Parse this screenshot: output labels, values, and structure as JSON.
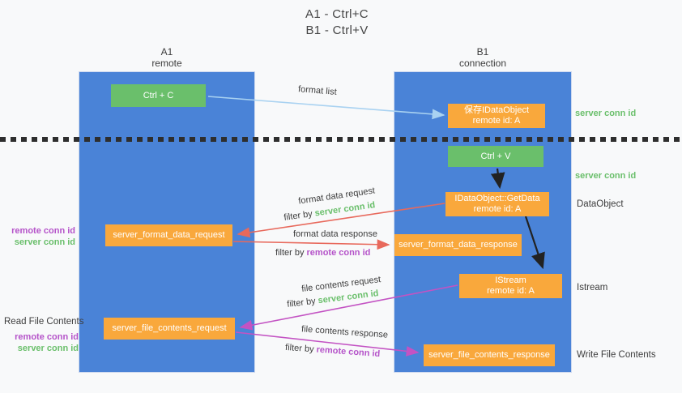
{
  "title": {
    "line1": "A1 - Ctrl+C",
    "line2": "B1 - Ctrl+V"
  },
  "lifelines": {
    "left": {
      "name": "A1",
      "role": "remote"
    },
    "right": {
      "name": "B1",
      "role": "connection"
    }
  },
  "nodes": {
    "ctrl_c": {
      "label": "Ctrl + C"
    },
    "save_dataobject": {
      "line1": "保存IDataObject",
      "line2": "remote id: A"
    },
    "ctrl_v": {
      "label": "Ctrl + V"
    },
    "getdata": {
      "line1": "IDataObject::GetData",
      "line2": "remote id: A"
    },
    "format_request": {
      "label": "server_format_data_request"
    },
    "format_response": {
      "label": "server_format_data_response"
    },
    "istream": {
      "line1": "IStream",
      "line2": "remote id: A"
    },
    "file_request": {
      "label": "server_file_contents_request"
    },
    "file_response": {
      "label": "server_file_contents_response"
    }
  },
  "arrow_labels": {
    "format_list": "format list",
    "format_data_request": "format data request",
    "format_data_response": "format data response",
    "file_contents_request": "file contents request",
    "file_contents_response": "file contents response",
    "filter_by": "filter by ",
    "server_conn_id": "server conn id",
    "remote_conn_id": "remote conn id"
  },
  "side_labels": {
    "server_conn_id_top": "server conn id",
    "server_conn_id_mid": "server conn id",
    "dataobject": "DataObject",
    "istream": "Istream",
    "write_file_contents": "Write File Contents",
    "read_file_contents": "Read File Contents",
    "remote_conn_id_1": "remote conn id",
    "server_conn_id_1": "server conn id",
    "remote_conn_id_2": "remote conn id",
    "server_conn_id_2": "server conn id"
  },
  "colors": {
    "lifeline_blue": "#4a83d7",
    "node_green": "#6abf6b",
    "node_orange": "#f9a83c",
    "arrow_red": "#e8695c",
    "arrow_magenta": "#c353c3",
    "arrow_lightblue": "#a9d2f1",
    "arrow_black": "#222222",
    "label_green": "#6abf6b",
    "label_purple": "#b553c9"
  }
}
